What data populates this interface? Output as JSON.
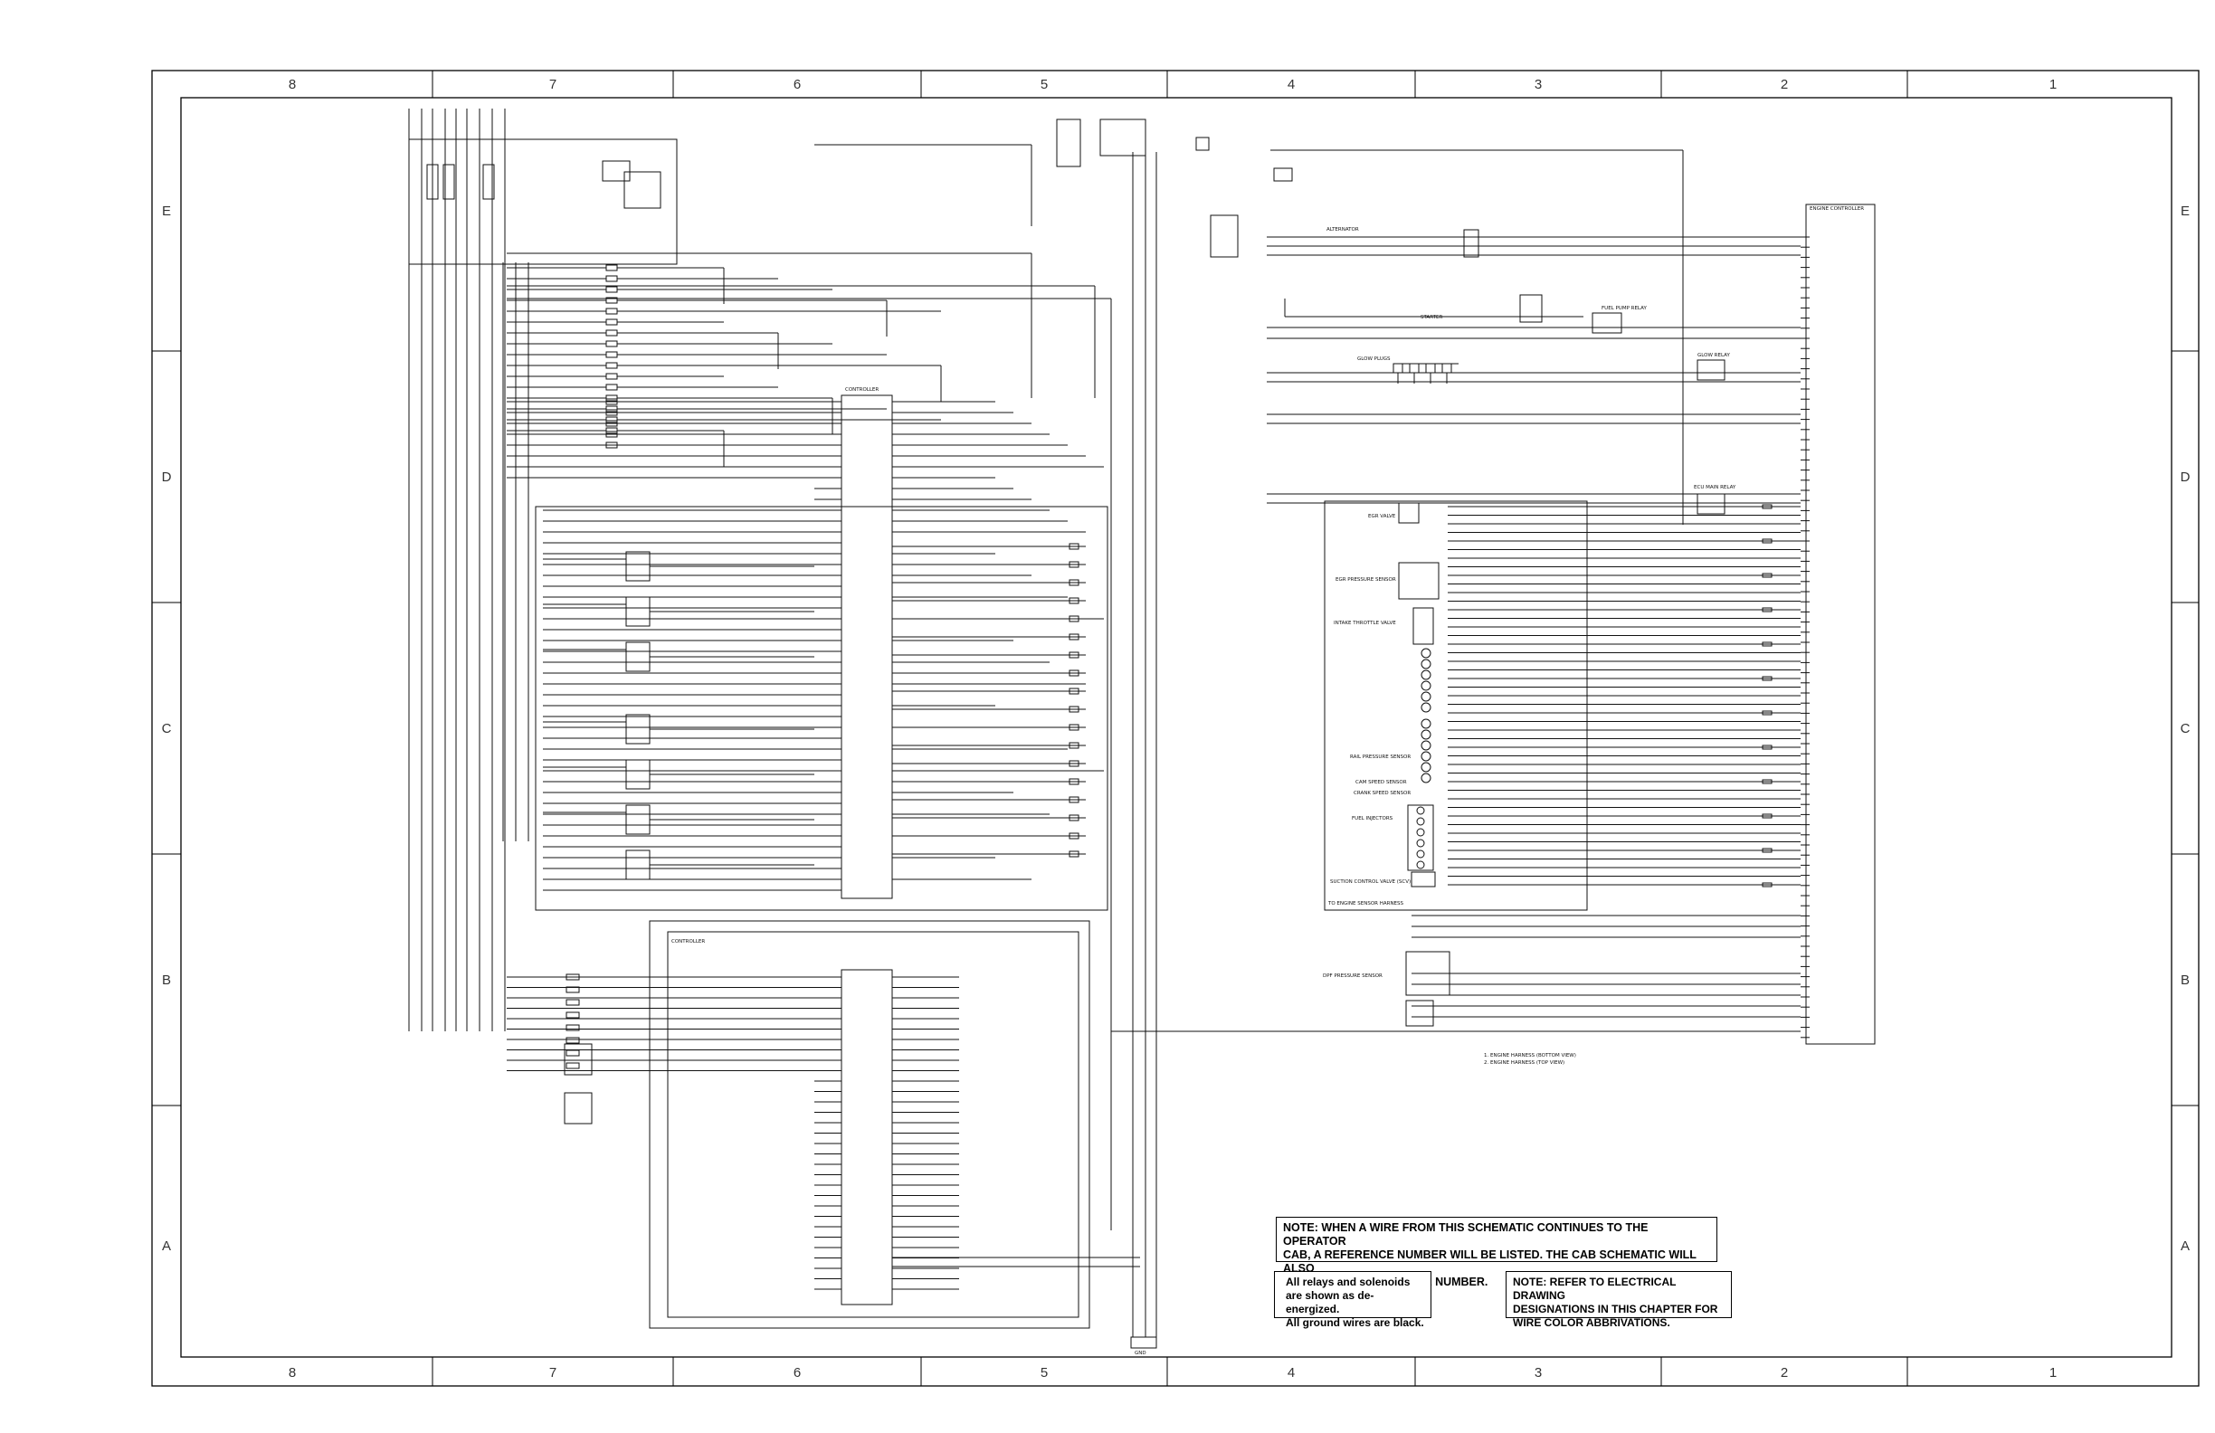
{
  "grid": {
    "columns": [
      "8",
      "7",
      "6",
      "5",
      "4",
      "3",
      "2",
      "1"
    ],
    "rows": [
      "E",
      "D",
      "C",
      "B",
      "A"
    ]
  },
  "notes": {
    "operator_cab": [
      "NOTE: WHEN A WIRE FROM THIS SCHEMATIC CONTINUES TO THE OPERATOR",
      "CAB, A REFERENCE NUMBER WILL BE LISTED. THE CAB SCHEMATIC WILL ALSO",
      "INCLUDE THE REFERENCE NUMBER."
    ],
    "relays": [
      "All relays and solenoids",
      "are shown as de-energized.",
      "All ground wires are black."
    ],
    "drawing_designations": [
      "NOTE: REFER TO ELECTRICAL DRAWING",
      "DESIGNATIONS IN THIS CHAPTER FOR",
      "WIRE COLOR ABBRIVATIONS."
    ]
  },
  "components": {
    "engine_controller": "ENGINE CONTROLLER",
    "egr_valve": "EGR VALVE",
    "egr_pressure_sensor": "EGR PRESSURE SENSOR",
    "intake_throttle_valve": "INTAKE THROTTLE VALVE",
    "fuel_injectors": "FUEL INJECTORS",
    "rail_pressure_sensor": "RAIL PRESSURE SENSOR",
    "cam_speed_sensor": "CAM SPEED SENSOR",
    "crank_speed_sensor": "CRANK SPEED SENSOR",
    "suction_control_valve": "SUCTION CONTROL VALVE (SCV)",
    "starter": "STARTER",
    "glow_plugs": "GLOW PLUGS",
    "alternator": "ALTERNATOR",
    "dpf_pressure_sensor": "DPF PRESSURE SENSOR",
    "controller_a": "CONTROLLER",
    "controller_b": "CONTROLLER",
    "sensor_harness": "TO ENGINE SENSOR HARNESS",
    "glow_relay": "GLOW RELAY",
    "fuel_pump_relay": "FUEL PUMP RELAY",
    "main_relay": "ECU MAIN RELAY",
    "ground_label": "GND"
  },
  "legend": {
    "line1": "1. ENGINE HARNESS (BOTTOM VIEW)",
    "line2": "2. ENGINE HARNESS (TOP VIEW)"
  }
}
